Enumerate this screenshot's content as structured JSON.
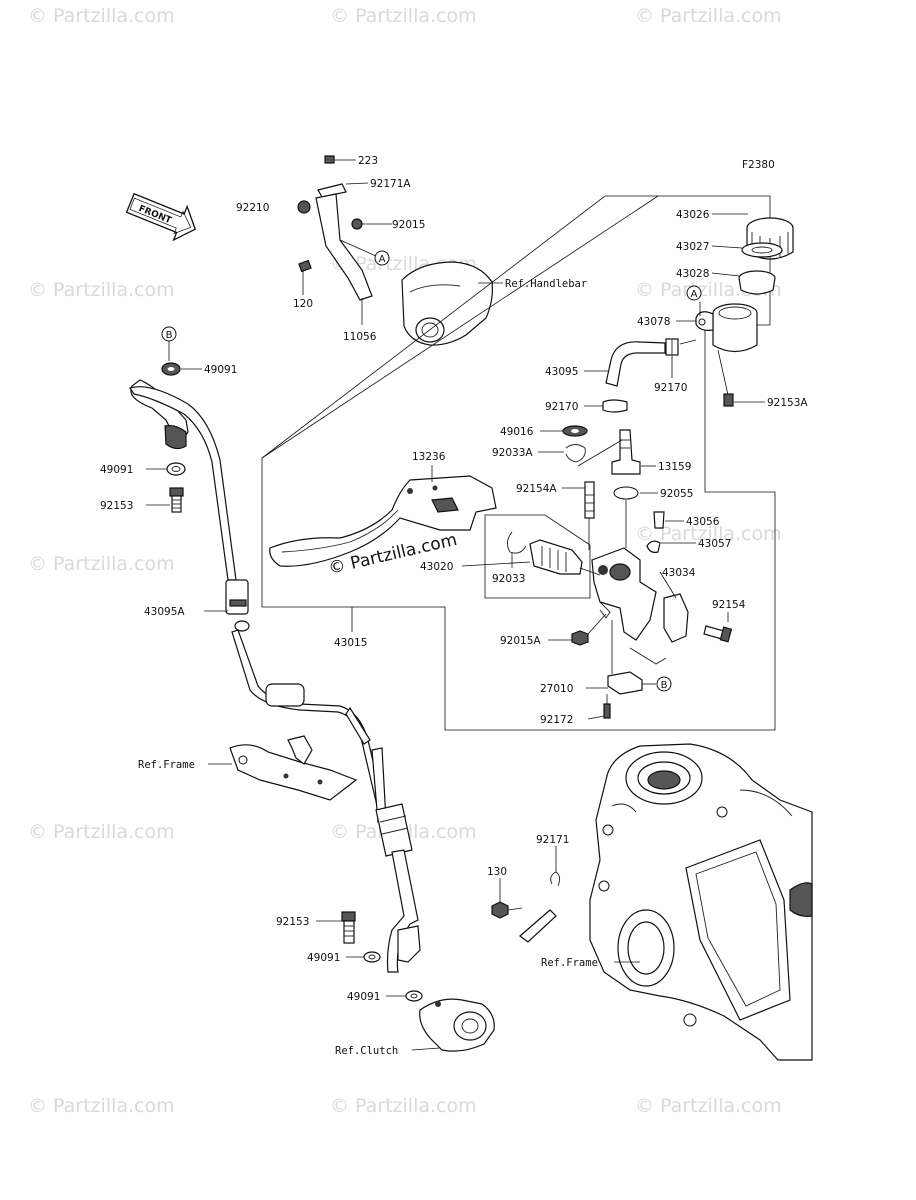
{
  "figure_code": "F2380",
  "front_label": "FRONT",
  "watermark_text": "Partzilla.com",
  "watermark_symbol": "©",
  "center_watermark": "© Partzilla.com",
  "part_labels": {
    "p223": "223",
    "p92171A": "92171A",
    "p92210": "92210",
    "p92015_top": "92015",
    "p120": "120",
    "p11056": "11056",
    "ref_handlebar": "Ref.Handlebar",
    "p49091_a": "49091",
    "p49091_b": "49091",
    "p92153_a": "92153",
    "p43095A": "43095A",
    "p43015": "43015",
    "p13236": "13236",
    "p43020": "43020",
    "p92033": "92033",
    "p43026": "43026",
    "p43027": "43027",
    "p43028": "43028",
    "p43078": "43078",
    "p43095": "43095",
    "p92170_a": "92170",
    "p92170_b": "92170",
    "p92153A": "92153A",
    "p49016": "49016",
    "p92033A": "92033A",
    "p13159": "13159",
    "p92154A": "92154A",
    "p92055": "92055",
    "p43056": "43056",
    "p43057": "43057",
    "p43034": "43034",
    "p92154": "92154",
    "p92015A": "92015A",
    "p27010": "27010",
    "p92172": "92172",
    "ref_frame_a": "Ref.Frame",
    "p92171": "92171",
    "p130": "130",
    "p92153_b": "92153",
    "p49091_c": "49091",
    "p49091_d": "49091",
    "ref_clutch": "Ref.Clutch",
    "ref_frame_b": "Ref.Frame"
  },
  "callouts": {
    "a_top": "A",
    "a_reservoir": "A",
    "b_hose": "B",
    "b_switch": "B"
  }
}
